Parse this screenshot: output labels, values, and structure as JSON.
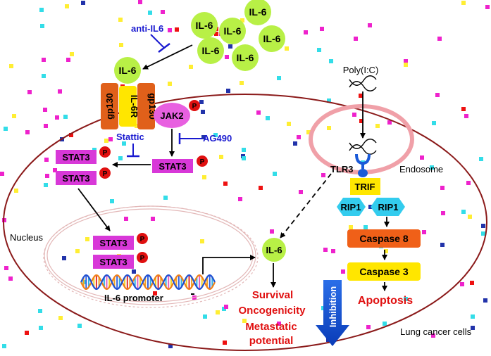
{
  "colors": {
    "cell_membrane": "#8b1a1a",
    "il6_ball": "#b8f046",
    "gp130": "#e0601a",
    "il6r": "#ffe600",
    "jak2": "#e860e0",
    "stat3": "#d838d8",
    "phospho": "#e01010",
    "trif": "#ffe600",
    "rip1": "#33ccee",
    "caspase8": "#f06018",
    "caspase3": "#ffe600",
    "inhibition_arrow": "#1050d0",
    "endosome": "#f0a0a8",
    "red_text": "#e01010",
    "blue_text": "#1a1ad0"
  },
  "labels": {
    "il6": "IL-6",
    "anti_il6": "anti-IL6",
    "gp130": "gp130",
    "il6r": "IL-6R",
    "jak2": "JAK2",
    "p": "P",
    "stattic": "Stattic",
    "ag490": "AG490",
    "stat3": "STAT3",
    "nucleus": "Nucleus",
    "il6_promoter": "IL-6 promoter",
    "poly_ic": "Poly(I:C)",
    "tlr3": "TLR3",
    "endosome": "Endosome",
    "trif": "TRIF",
    "rip1": "RIP1",
    "caspase8": "Caspase 8",
    "caspase3": "Caspase 3",
    "apoptosis": "Apoptosis",
    "survival": "Survival",
    "oncogenicity": "Oncogenicity",
    "metastatic": "Metastatic",
    "potential": "potential",
    "inhibition": "Inhibition",
    "lung_cancer_cells": "Lung cancer cells"
  }
}
